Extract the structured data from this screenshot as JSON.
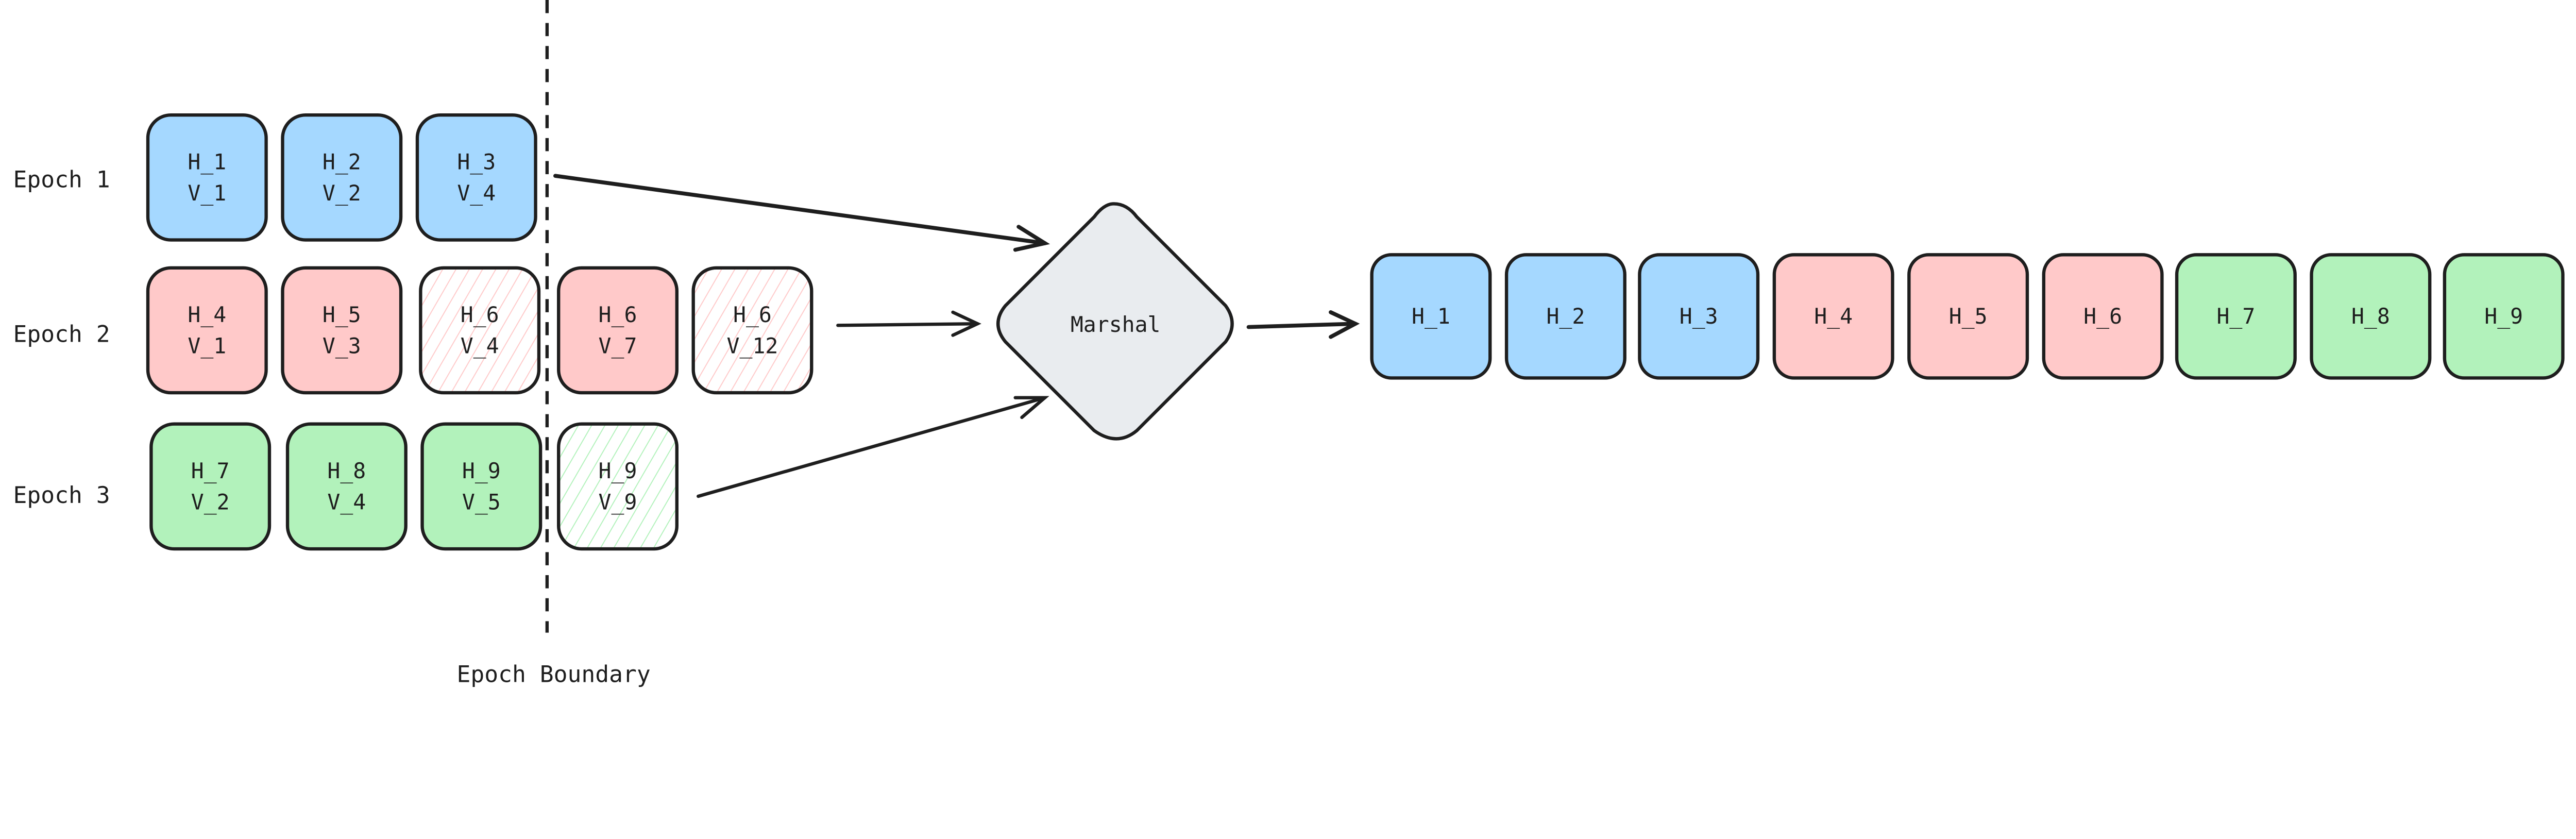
{
  "colors": {
    "blue": "#a5d8ff",
    "red": "#ffc9c9",
    "green": "#b2f2bb",
    "stroke": "#1e1e1e",
    "marshal_fill": "#e9ecef"
  },
  "epochs": [
    {
      "label": "Epoch 1",
      "color": "blue",
      "blocks": [
        {
          "h": "H_1",
          "v": "V_1",
          "hatched": false
        },
        {
          "h": "H_2",
          "v": "V_2",
          "hatched": false
        },
        {
          "h": "H_3",
          "v": "V_4",
          "hatched": false
        }
      ]
    },
    {
      "label": "Epoch 2",
      "color": "red",
      "blocks": [
        {
          "h": "H_4",
          "v": "V_1",
          "hatched": false
        },
        {
          "h": "H_5",
          "v": "V_3",
          "hatched": false
        },
        {
          "h": "H_6",
          "v": "V_4",
          "hatched": true
        },
        {
          "h": "H_6",
          "v": "V_7",
          "hatched": false
        },
        {
          "h": "H_6",
          "v": "V_12",
          "hatched": true
        }
      ]
    },
    {
      "label": "Epoch 3",
      "color": "green",
      "blocks": [
        {
          "h": "H_7",
          "v": "V_2",
          "hatched": false
        },
        {
          "h": "H_8",
          "v": "V_4",
          "hatched": false
        },
        {
          "h": "H_9",
          "v": "V_5",
          "hatched": false
        },
        {
          "h": "H_9",
          "v": "V_9",
          "hatched": true
        }
      ]
    }
  ],
  "boundary_label": "Epoch Boundary",
  "marshal_label": "Marshal",
  "output": [
    {
      "h": "H_1",
      "color": "blue"
    },
    {
      "h": "H_2",
      "color": "blue"
    },
    {
      "h": "H_3",
      "color": "blue"
    },
    {
      "h": "H_4",
      "color": "red"
    },
    {
      "h": "H_5",
      "color": "red"
    },
    {
      "h": "H_6",
      "color": "red"
    },
    {
      "h": "H_7",
      "color": "green"
    },
    {
      "h": "H_8",
      "color": "green"
    },
    {
      "h": "H_9",
      "color": "green"
    }
  ]
}
